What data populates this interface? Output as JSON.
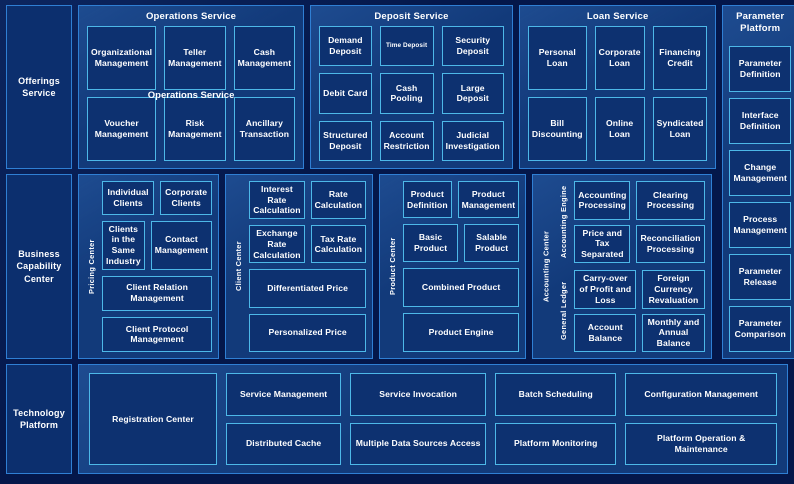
{
  "rows": [
    {
      "spine_label": "Offerings Service",
      "groups": [
        {
          "title": "Operations Service",
          "ghost_title": "Operations Service",
          "items": [
            "Organizational Management",
            "Teller Management",
            "Cash Management",
            "Voucher Management",
            "Risk Management",
            "Ancillary Transaction"
          ]
        },
        {
          "title": "Deposit Service",
          "items": [
            "Demand Deposit",
            "Time Deposit",
            "Security Deposit",
            "Debit Card",
            "Cash Pooling",
            "Large Deposit",
            "Structured Deposit",
            "Account Restriction",
            "Judicial Investigation"
          ],
          "small_type_index": 1
        },
        {
          "title": "Loan Service",
          "items": [
            "Personal Loan",
            "Corporate Loan",
            "Financing Credit",
            "Bill Discounting",
            "Online Loan",
            "Syndicated Loan"
          ]
        }
      ]
    },
    {
      "spine_label": "Business Capability Center",
      "groups": [
        {
          "vlabel": "Pricing Center",
          "pair1": [
            "Individual Clients",
            "Corporate Clients"
          ],
          "pair2": [
            "Clients in the Same Industry",
            "Contact Management"
          ],
          "full1": "Client Relation Management",
          "full2": "Client Protocol Management"
        },
        {
          "vlabel": "Client Center",
          "pair1": [
            "Interest Rate Calculation",
            "Rate Calculation"
          ],
          "pair2": [
            "Exchange Rate Calculation",
            "Tax Rate Calculation"
          ],
          "full1": "Differentiated Price",
          "full2": "Personalized Price"
        },
        {
          "vlabel": "Product Center",
          "pair1": [
            "Product Definition",
            "Product Management"
          ],
          "pair2": [
            "Basic Product",
            "Salable Product"
          ],
          "full1": "Combined Product",
          "full2": "Product Engine"
        },
        {
          "vlabel_outer": "Accounting Center",
          "sub1_label": "Accounting Engine",
          "sub1_items": [
            "Accounting Processing",
            "Clearing Processing",
            "Price and Tax Separated",
            "Reconciliation Processing"
          ],
          "sub2_label": "General  Ledger",
          "sub2_items": [
            "Carry-over of Profit and Loss",
            "Foreign Currency Revaluation",
            "Account Balance",
            "Monthly and Annual Balance"
          ]
        }
      ]
    },
    {
      "spine_label": "Technology Platform",
      "registration": "Registration Center",
      "columns": [
        [
          "Service Management",
          "Distributed Cache"
        ],
        [
          "Service Invocation",
          "Multiple Data Sources Access"
        ],
        [
          "Batch Scheduling",
          "Platform Monitoring"
        ],
        [
          "Configuration Management",
          "Platform Operation & Maintenance"
        ]
      ]
    }
  ],
  "parameter_platform": {
    "title_line1": "Parameter",
    "title_line2": "Platform",
    "items": [
      "Parameter Definition",
      "Interface Definition",
      "Change Management",
      "Process Management",
      "Parameter Release",
      "Parameter Comparison"
    ]
  }
}
